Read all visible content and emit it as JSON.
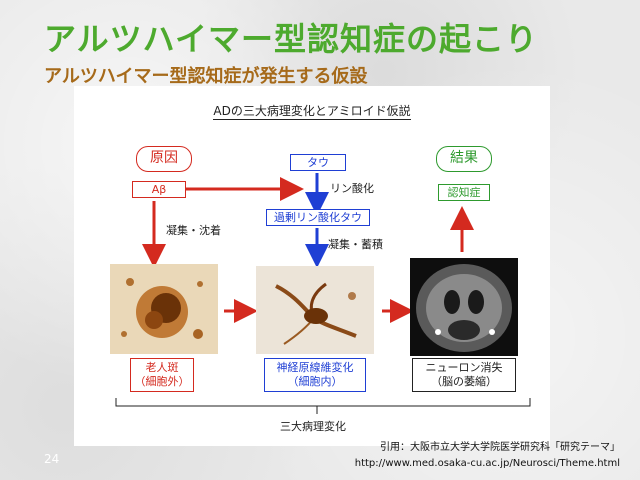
{
  "slide": {
    "title": "アルツハイマー型認知症の起こり",
    "subtitle": "アルツハイマー型認知症が発生する仮設",
    "page_number": "24"
  },
  "figure": {
    "heading": "ADの三大病理変化とアミロイド仮説",
    "cause_label": "原因",
    "abeta_box": "Aβ",
    "tau_box": "タウ",
    "phosphorylation_label": "リン酸化",
    "hyperphos_box": "過剰リン酸化タウ",
    "aggregation_deposition_label": "凝集・沈着",
    "aggregation_accumulation_label": "凝集・蓄積",
    "result_label": "結果",
    "dementia_box": "認知症",
    "plaque_box_line1": "老人斑",
    "plaque_box_line2": "（細胞外）",
    "tangle_box_line1": "神経原線維変化",
    "tangle_box_line2": "（細胞内）",
    "neuron_box_line1": "ニューロン消失",
    "neuron_box_line2": "（脳の萎縮）",
    "bracket_label": "三大病理変化",
    "colors": {
      "red": "#d42a1f",
      "blue": "#1f3fd4",
      "green": "#2e9a2e"
    }
  },
  "citation": {
    "line1": "引用：大阪市立大学大学院医学研究科「研究テーマ」",
    "line2": "http://www.med.osaka-cu.ac.jp/Neurosci/Theme.html"
  }
}
